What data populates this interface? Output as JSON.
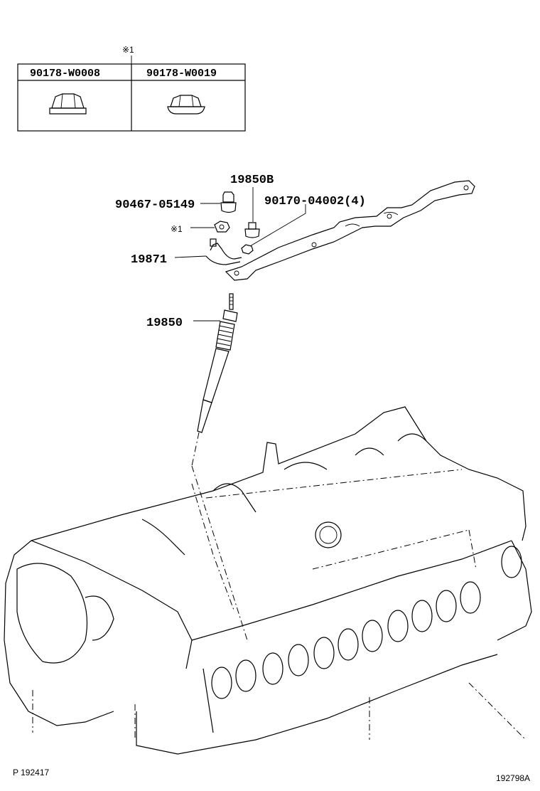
{
  "note_symbol": "※1",
  "fastener_table": {
    "columns": [
      "90178-W0008",
      "90178-W0019"
    ]
  },
  "callouts": {
    "glow_plug_connector": "19850B",
    "nut_90467": "90467-05149",
    "nut_90170": "90170-04002(4)",
    "note_ref": "※1",
    "wire_19871": "19871",
    "glow_plug": "19850"
  },
  "footer": {
    "left_code": "P 192417",
    "right_code": "192798A"
  }
}
